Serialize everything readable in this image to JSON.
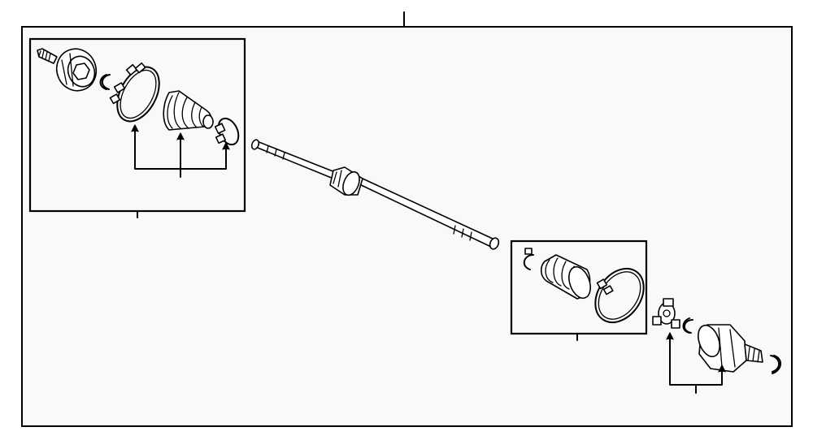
{
  "diagram": {
    "background_color": "#f9f9f9",
    "line_color": "#000000",
    "callouts": [],
    "parts": [
      "outer-cv-joint",
      "outer-snap-ring",
      "outer-boot-clamp-large",
      "outer-boot",
      "outer-boot-clamp-small",
      "drive-shaft",
      "damper",
      "inner-snap-ring",
      "inner-boot",
      "inner-boot-clamp",
      "spider-tripod",
      "spider-circlip",
      "inner-joint-housing",
      "set-ring"
    ]
  }
}
